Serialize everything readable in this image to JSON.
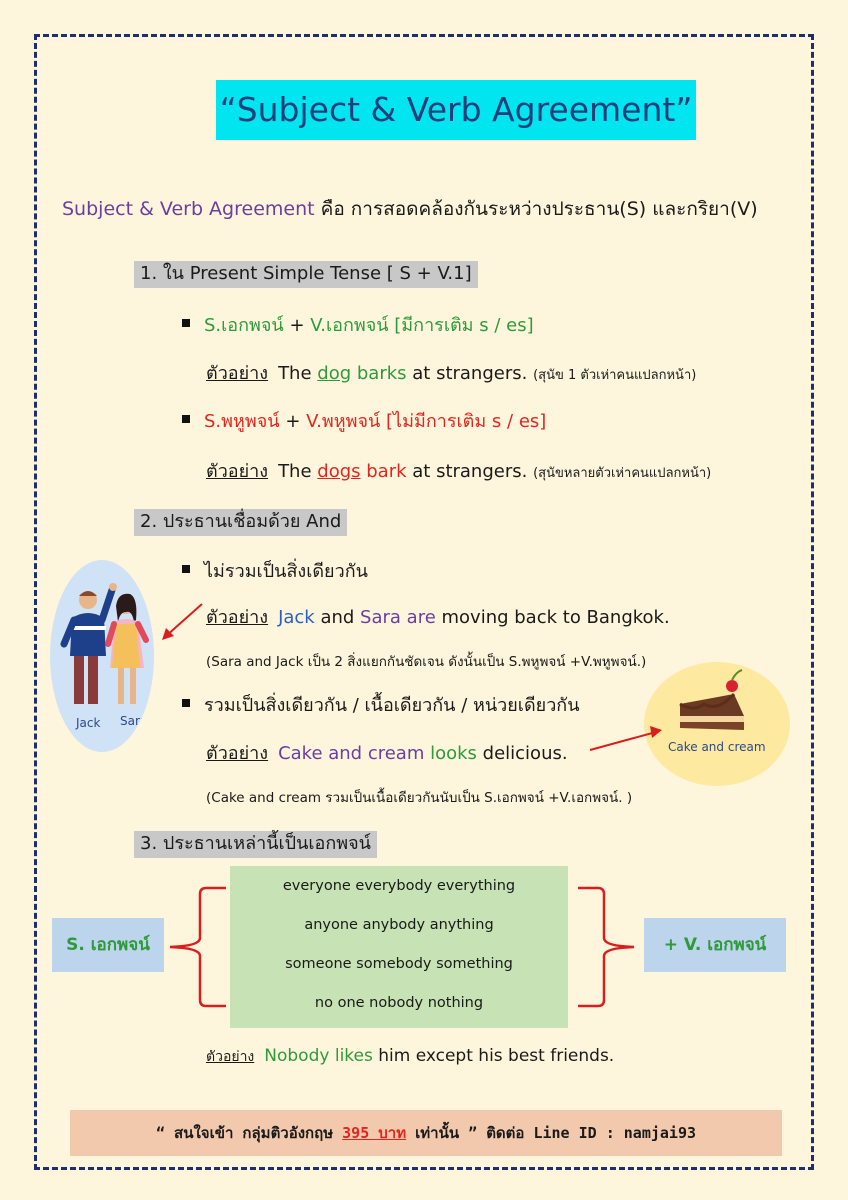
{
  "title": "“Subject & Verb Agreement”",
  "definition": {
    "term": "Subject & Verb Agreement",
    "text": " คือ การสอดคล้องกันระหว่างประธาน(S) และกริยา(V)"
  },
  "section1": {
    "heading": "1. ใน Present Simple Tense [ S + V.1]",
    "bullet_a": {
      "s": "S.เอกพจน์",
      "plus": " + ",
      "v": "V.เอกพจน์ [มีการเติม s / es]"
    },
    "example_a": {
      "label": "ตัวอย่าง",
      "the": "The ",
      "subject": "dog",
      "verb": " barks",
      "rest": " at strangers. ",
      "note": "(สุนัข 1 ตัวเห่าคนแปลกหน้า)"
    },
    "bullet_b": {
      "s": "S.พหูพจน์",
      "plus": " + ",
      "v": "V.พหูพจน์ [ไม่มีการเติม s / es]"
    },
    "example_b": {
      "label": "ตัวอย่าง",
      "the": "The ",
      "subject": "dogs",
      "verb": " bark",
      "rest": " at strangers. ",
      "note": "(สุนัขหลายตัวเห่าคนแปลกหน้า)"
    }
  },
  "section2": {
    "heading": "2. ประธานเชื่อมด้วย And",
    "bullet_a": "ไม่รวมเป็นสิ่งเดียวกัน",
    "example_a": {
      "label": "ตัวอย่าง",
      "jack": "Jack",
      "and": " and ",
      "sara": "Sara",
      "are": " are",
      "rest": " moving back to Bangkok."
    },
    "note_a": "(Sara and Jack เป็น 2 สิ่งแยกกันชัดเจน ดังนั้นเป็น S.พหูพจน์ +V.พหูพจน์.)",
    "bullet_b": "รวมเป็นสิ่งเดียวกัน / เนื้อเดียวกัน / หน่วยเดียวกัน",
    "example_b": {
      "label": "ตัวอย่าง",
      "subject": "Cake and cream",
      "verb": " looks",
      "rest": " delicious."
    },
    "note_b": "(Cake and cream รวมเป็นเนื้อเดียวกันนับเป็น S.เอกพจน์ +V.เอกพจน์. )",
    "people_caption_jack": "Jack",
    "people_caption_sara": "Sara",
    "cake_caption": "Cake and cream"
  },
  "section3": {
    "heading": "3. ประธานเหล่านี้เป็นเอกพจน์",
    "s_label": "S. เอกพจน์",
    "v_label": "+ V. เอกพจน์",
    "rows": [
      "everyone  everybody  everything",
      "anyone  anybody  anything",
      "someone  somebody  something",
      "no one  nobody  nothing"
    ],
    "example": {
      "label": "ตัวอย่าง",
      "subject": "Nobody",
      "verb": " likes",
      "rest": " him except his best friends."
    }
  },
  "footer": {
    "pre": "“ สนใจเข้า กลุ่มติวอังกฤษ ",
    "price": "395 บาท",
    "post": " เท่านั้น ” ติดต่อ Line ID : namjai93"
  },
  "colors": {
    "background": "#fef6dc",
    "title_bg": "#00e5f0",
    "purple": "#6a3fa0",
    "green": "#2e9a3a",
    "red": "#e0261f",
    "blue": "#2a5fc0"
  }
}
